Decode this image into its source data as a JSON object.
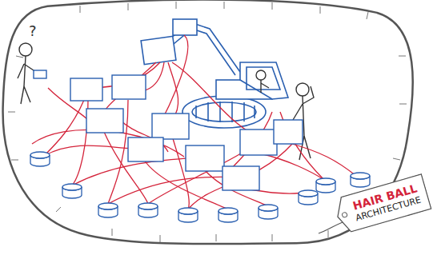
{
  "diagram": {
    "nodes": [
      {
        "text": [
          "HAIR BALL",
          "ARCHITECTURE"
        ]
      }
    ],
    "labels": [
      "?"
    ]
  }
}
